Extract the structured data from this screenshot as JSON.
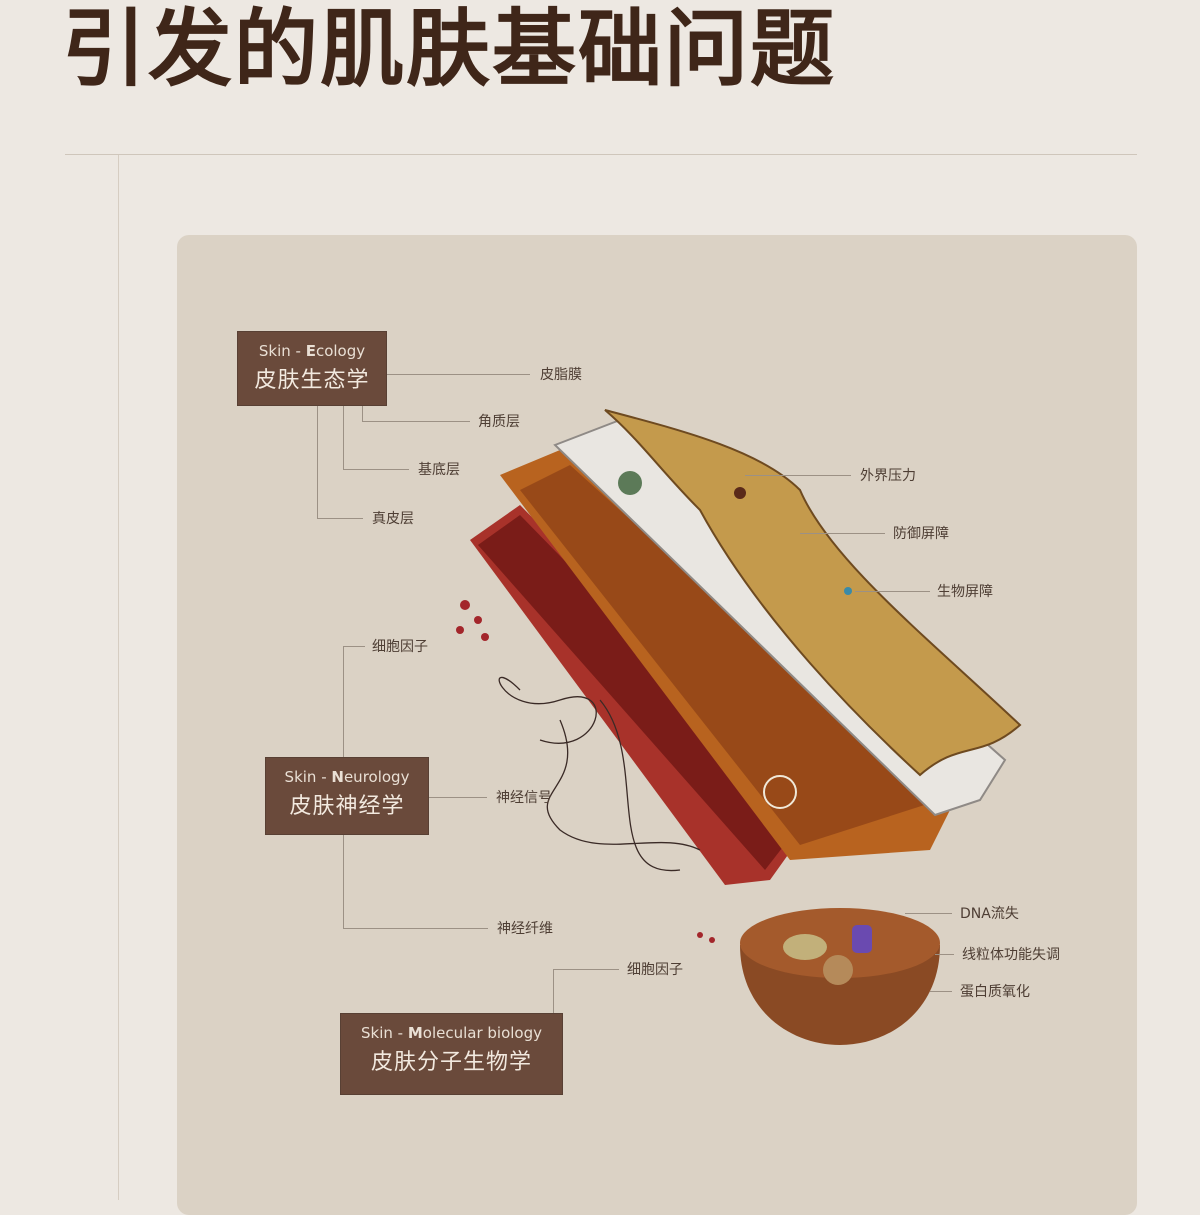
{
  "title": "引发的肌肤基础问题",
  "groups": {
    "ecology": {
      "en_prefix": "Skin - ",
      "en_initial": "E",
      "en_rest": "cology",
      "zh": "皮肤生态学"
    },
    "neurology": {
      "en_prefix": "Skin - ",
      "en_initial": "N",
      "en_rest": "eurology",
      "zh": "皮肤神经学"
    },
    "molecular": {
      "en_prefix": "Skin - ",
      "en_initial": "M",
      "en_rest": "olecular biology",
      "zh": "皮肤分子生物学"
    }
  },
  "labels": {
    "sebum_film": "皮脂膜",
    "stratum_corneum": "角质层",
    "basal_layer": "基底层",
    "dermis": "真皮层",
    "external_pressure": "外界压力",
    "defense_barrier": "防御屏障",
    "bio_barrier": "生物屏障",
    "cytokine_1": "细胞因子",
    "nerve_signal": "神经信号",
    "nerve_fiber": "神经纤维",
    "cytokine_2": "细胞因子",
    "dna_loss": "DNA流失",
    "mito_dysfunction": "线粒体功能失调",
    "protein_oxidation": "蛋白质氧化"
  },
  "colors": {
    "title": "#3f2619",
    "box": "#6a4a3b",
    "panel": "#dbd2c5",
    "background": "#ede8e2"
  }
}
